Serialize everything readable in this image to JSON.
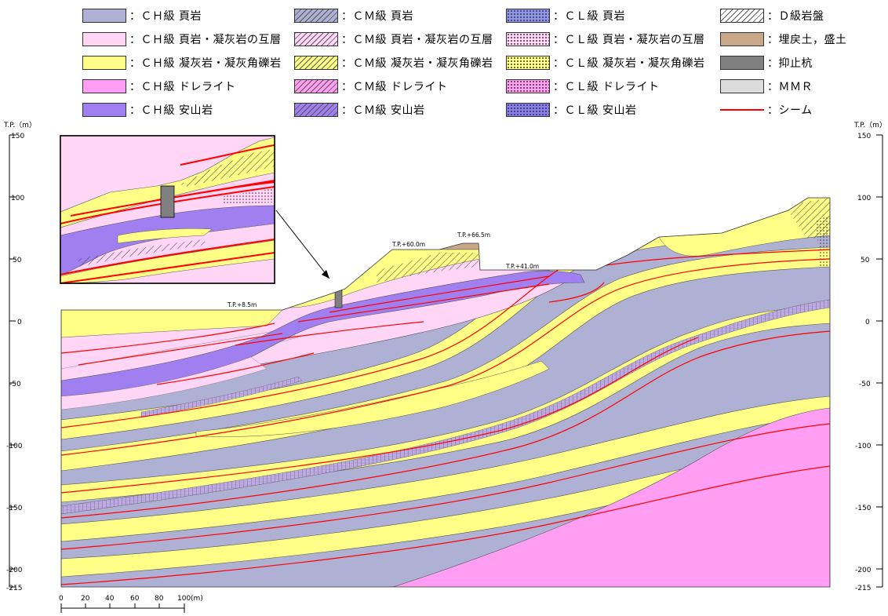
{
  "legend": [
    {
      "label": "：ＣＨ級 頁岩",
      "fill": "#aeb0d4",
      "pattern": "none"
    },
    {
      "label": "：ＣＨ級 頁岩・凝灰岩の互層",
      "fill": "#ffd6f6",
      "pattern": "none"
    },
    {
      "label": "：ＣＨ級 凝灰岩・凝灰角礫岩",
      "fill": "#ffff88",
      "pattern": "none"
    },
    {
      "label": "：ＣＨ級 ドレライト",
      "fill": "#ff9ef2",
      "pattern": "none"
    },
    {
      "label": "：ＣＨ級 安山岩",
      "fill": "#a07ff0",
      "pattern": "none"
    },
    {
      "label": "：ＣＭ級 頁岩",
      "fill": "#aeb0d4",
      "pattern": "hatch"
    },
    {
      "label": "：ＣＭ級 頁岩・凝灰岩の互層",
      "fill": "#ffd6f6",
      "pattern": "hatch"
    },
    {
      "label": "：ＣＭ級 凝灰岩・凝灰角礫岩",
      "fill": "#ffff88",
      "pattern": "hatch"
    },
    {
      "label": "：ＣＭ級 ドレライト",
      "fill": "#ff9ef2",
      "pattern": "hatch"
    },
    {
      "label": "：ＣＭ級 安山岩",
      "fill": "#a07ff0",
      "pattern": "hatch"
    },
    {
      "label": "：ＣＬ級 頁岩",
      "fill": "#8f96ec",
      "pattern": "dots"
    },
    {
      "label": "：ＣＬ級 頁岩・凝灰岩の互層",
      "fill": "#ffd6f6",
      "pattern": "dots"
    },
    {
      "label": "：ＣＬ級 凝灰岩・凝灰角礫岩",
      "fill": "#ffff88",
      "pattern": "dots"
    },
    {
      "label": "：ＣＬ級 ドレライト",
      "fill": "#ff9ef2",
      "pattern": "dots"
    },
    {
      "label": "：ＣＬ級 安山岩",
      "fill": "#8a7ff0",
      "pattern": "dots"
    },
    {
      "label": "：Ｄ級岩盤",
      "fill": "#ffffff",
      "pattern": "hatch"
    },
    {
      "label": "：埋戻土，盛土",
      "fill": "#c8a888",
      "pattern": "none"
    },
    {
      "label": "：抑止杭",
      "fill": "#808080",
      "pattern": "none"
    },
    {
      "label": "：ＭＭＲ",
      "fill": "#dcdcdc",
      "pattern": "none"
    },
    {
      "label": "：シーム",
      "fill": "#ff0000",
      "pattern": "line"
    }
  ],
  "axis": {
    "unit_label": "T.P.（m）",
    "ticks": [
      "150",
      "100",
      "50",
      "0",
      "-50",
      "-100",
      "-150",
      "-200",
      "-215"
    ]
  },
  "annotations": {
    "tp_85": "T.P.+8.5m",
    "tp_600": "T.P.+60.0m",
    "tp_665": "T.P.+66.5m",
    "tp_410": "T.P.+41.0m"
  },
  "scale_bar": {
    "ticks": [
      "0",
      "20",
      "40",
      "60",
      "80",
      "100"
    ],
    "unit": "(m)"
  },
  "colors": {
    "shale_ch": "#aeb0d4",
    "tuff_ch": "#ffff88",
    "interbed_ch": "#ffd6f6",
    "dolerite_ch": "#ff9ef2",
    "andesite_ch": "#a07ff0",
    "fill_soil": "#c8a888",
    "pile": "#808080",
    "seam": "#ff0000"
  }
}
